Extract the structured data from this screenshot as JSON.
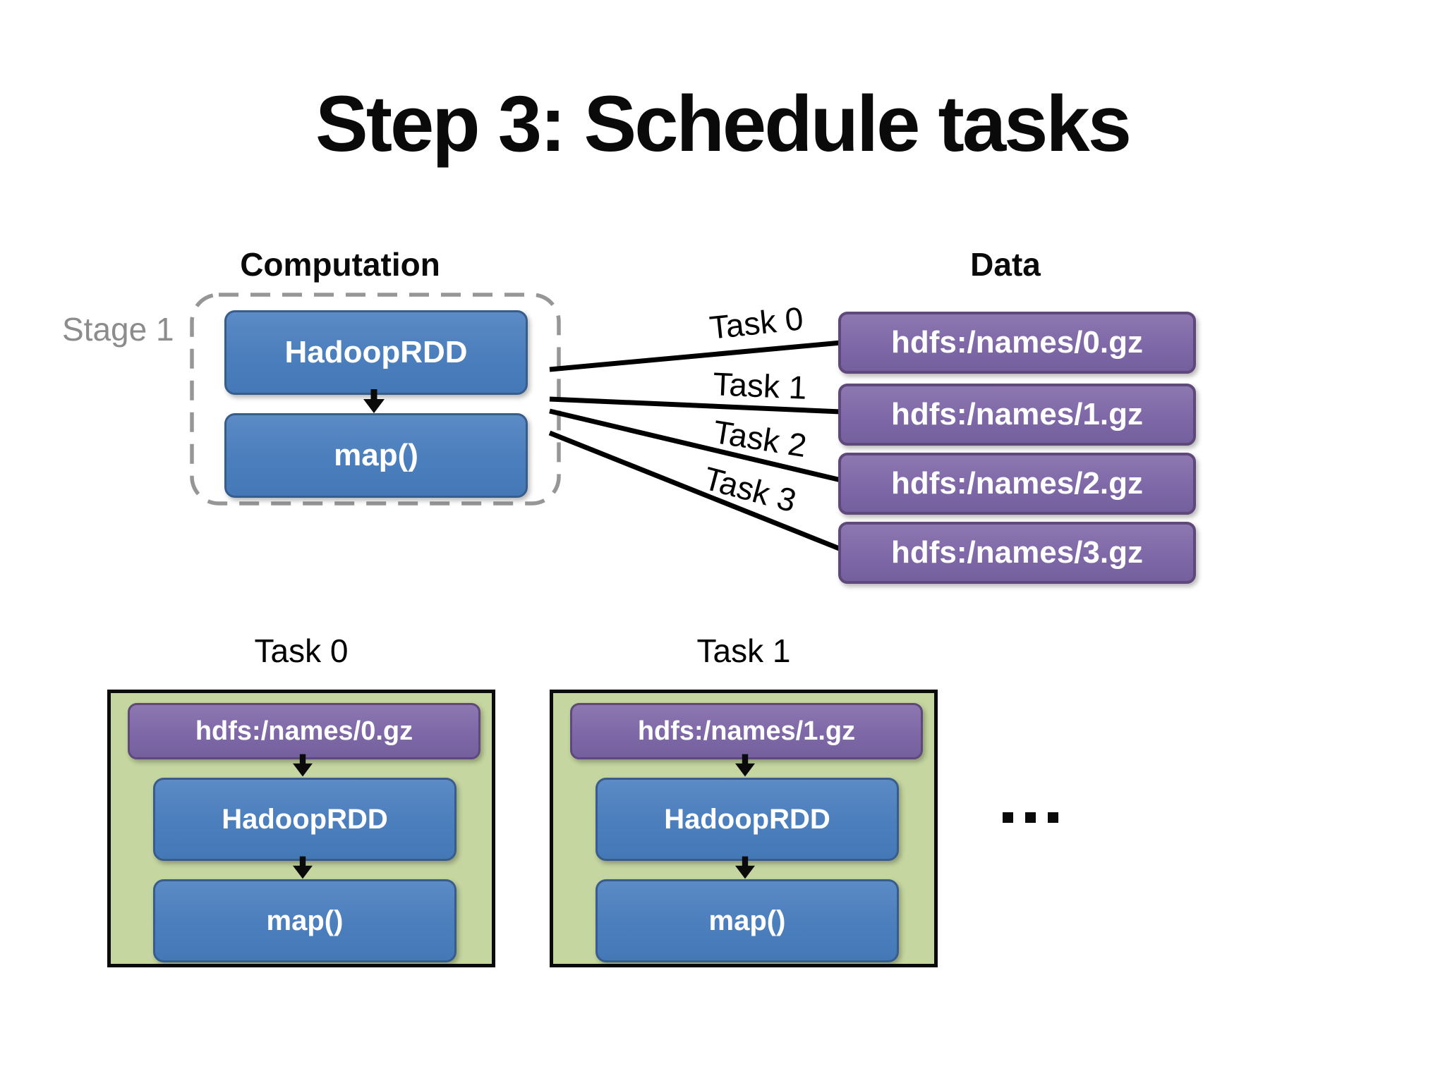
{
  "title": "Step 3: Schedule tasks",
  "colors": {
    "node_blue": "#4b7ebc",
    "node_blue_border": "#385d8a",
    "node_purple": "#7e68a7",
    "node_purple_border": "#5f497a",
    "card_green": "#c5d6a0",
    "card_border": "#0a0a0a",
    "stage_dashed_border": "#969696",
    "stage_label_gray": "#8c8c8c",
    "line_black": "#000000"
  },
  "icons": {
    "flow_arrow": "arrow-down-icon",
    "more_tasks": "ellipsis-dots-icon"
  },
  "scheduler": {
    "computation_label": "Computation",
    "data_label": "Data",
    "stage": {
      "label": "Stage 1",
      "nodes": [
        {
          "label": "HadoopRDD"
        },
        {
          "label": "map()"
        }
      ]
    },
    "tasks": [
      {
        "label": "Task 0",
        "file": "hdfs:/names/0.gz"
      },
      {
        "label": "Task 1",
        "file": "hdfs:/names/1.gz"
      },
      {
        "label": "Task 2",
        "file": "hdfs:/names/2.gz"
      },
      {
        "label": "Task 3",
        "file": "hdfs:/names/3.gz"
      }
    ]
  },
  "task_details": [
    {
      "title": "Task 0",
      "file": "hdfs:/names/0.gz",
      "nodes": [
        {
          "label": "HadoopRDD"
        },
        {
          "label": "map()"
        }
      ]
    },
    {
      "title": "Task 1",
      "file": "hdfs:/names/1.gz",
      "nodes": [
        {
          "label": "HadoopRDD"
        },
        {
          "label": "map()"
        }
      ]
    }
  ]
}
